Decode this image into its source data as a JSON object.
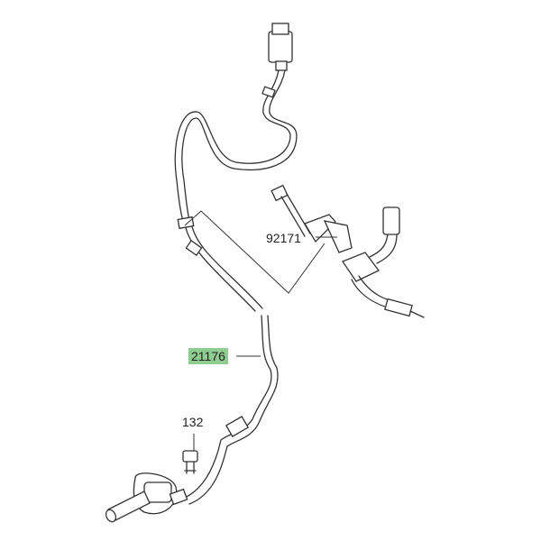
{
  "diagram": {
    "parts": [
      {
        "number": "92171",
        "highlighted": false
      },
      {
        "number": "21176",
        "highlighted": true
      },
      {
        "number": "132",
        "highlighted": false
      }
    ],
    "highlight_color": "#8fcc8f"
  }
}
